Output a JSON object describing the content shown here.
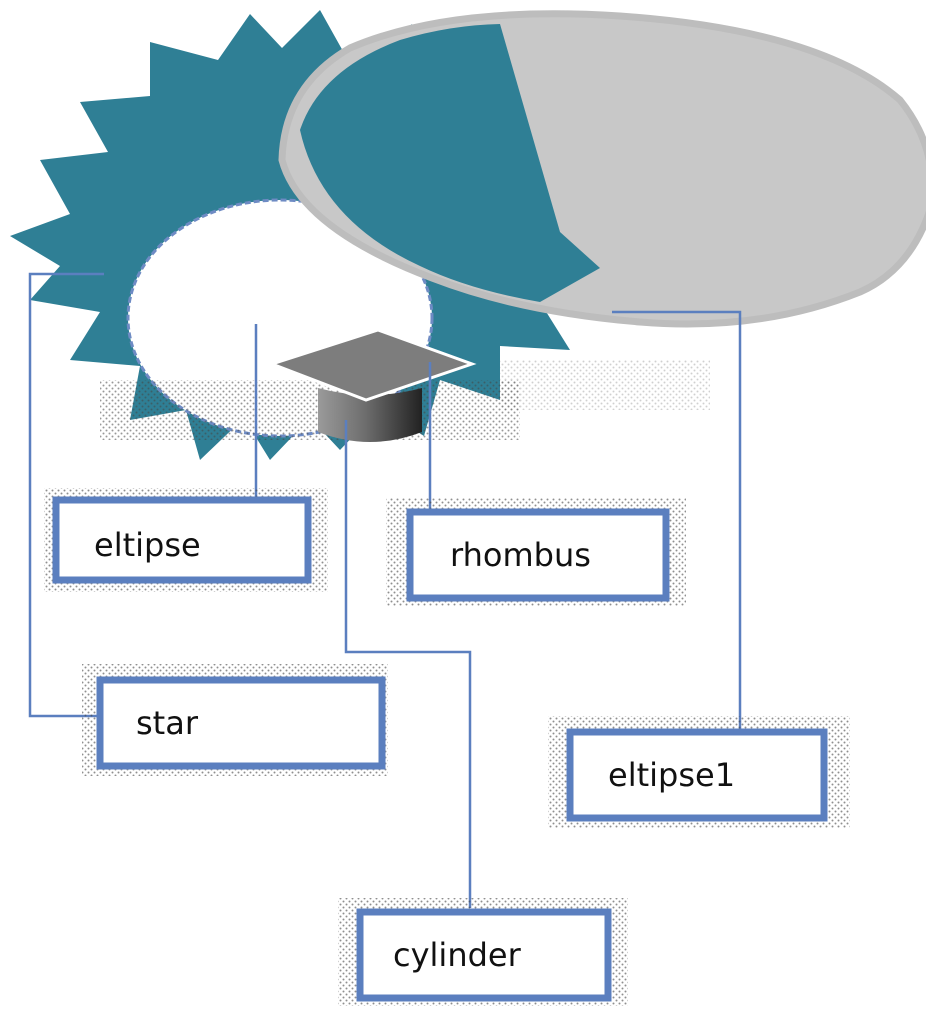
{
  "diagram": {
    "labels": {
      "ellipse": "eltipse",
      "rhombus": "rhombus",
      "star": "star",
      "ellipse1": "eltipse1",
      "cylinder": "cylinder"
    },
    "colors": {
      "star_fill": "#2f7f95",
      "ellipse_fill": "#c8c8c8",
      "ellipse_ring": "#bdbdbd",
      "connector": "#5b7fbf",
      "box_border": "#5b7fbf",
      "rhombus_fill": "#7d7d7d",
      "cylinder_fill": "#555555"
    }
  }
}
